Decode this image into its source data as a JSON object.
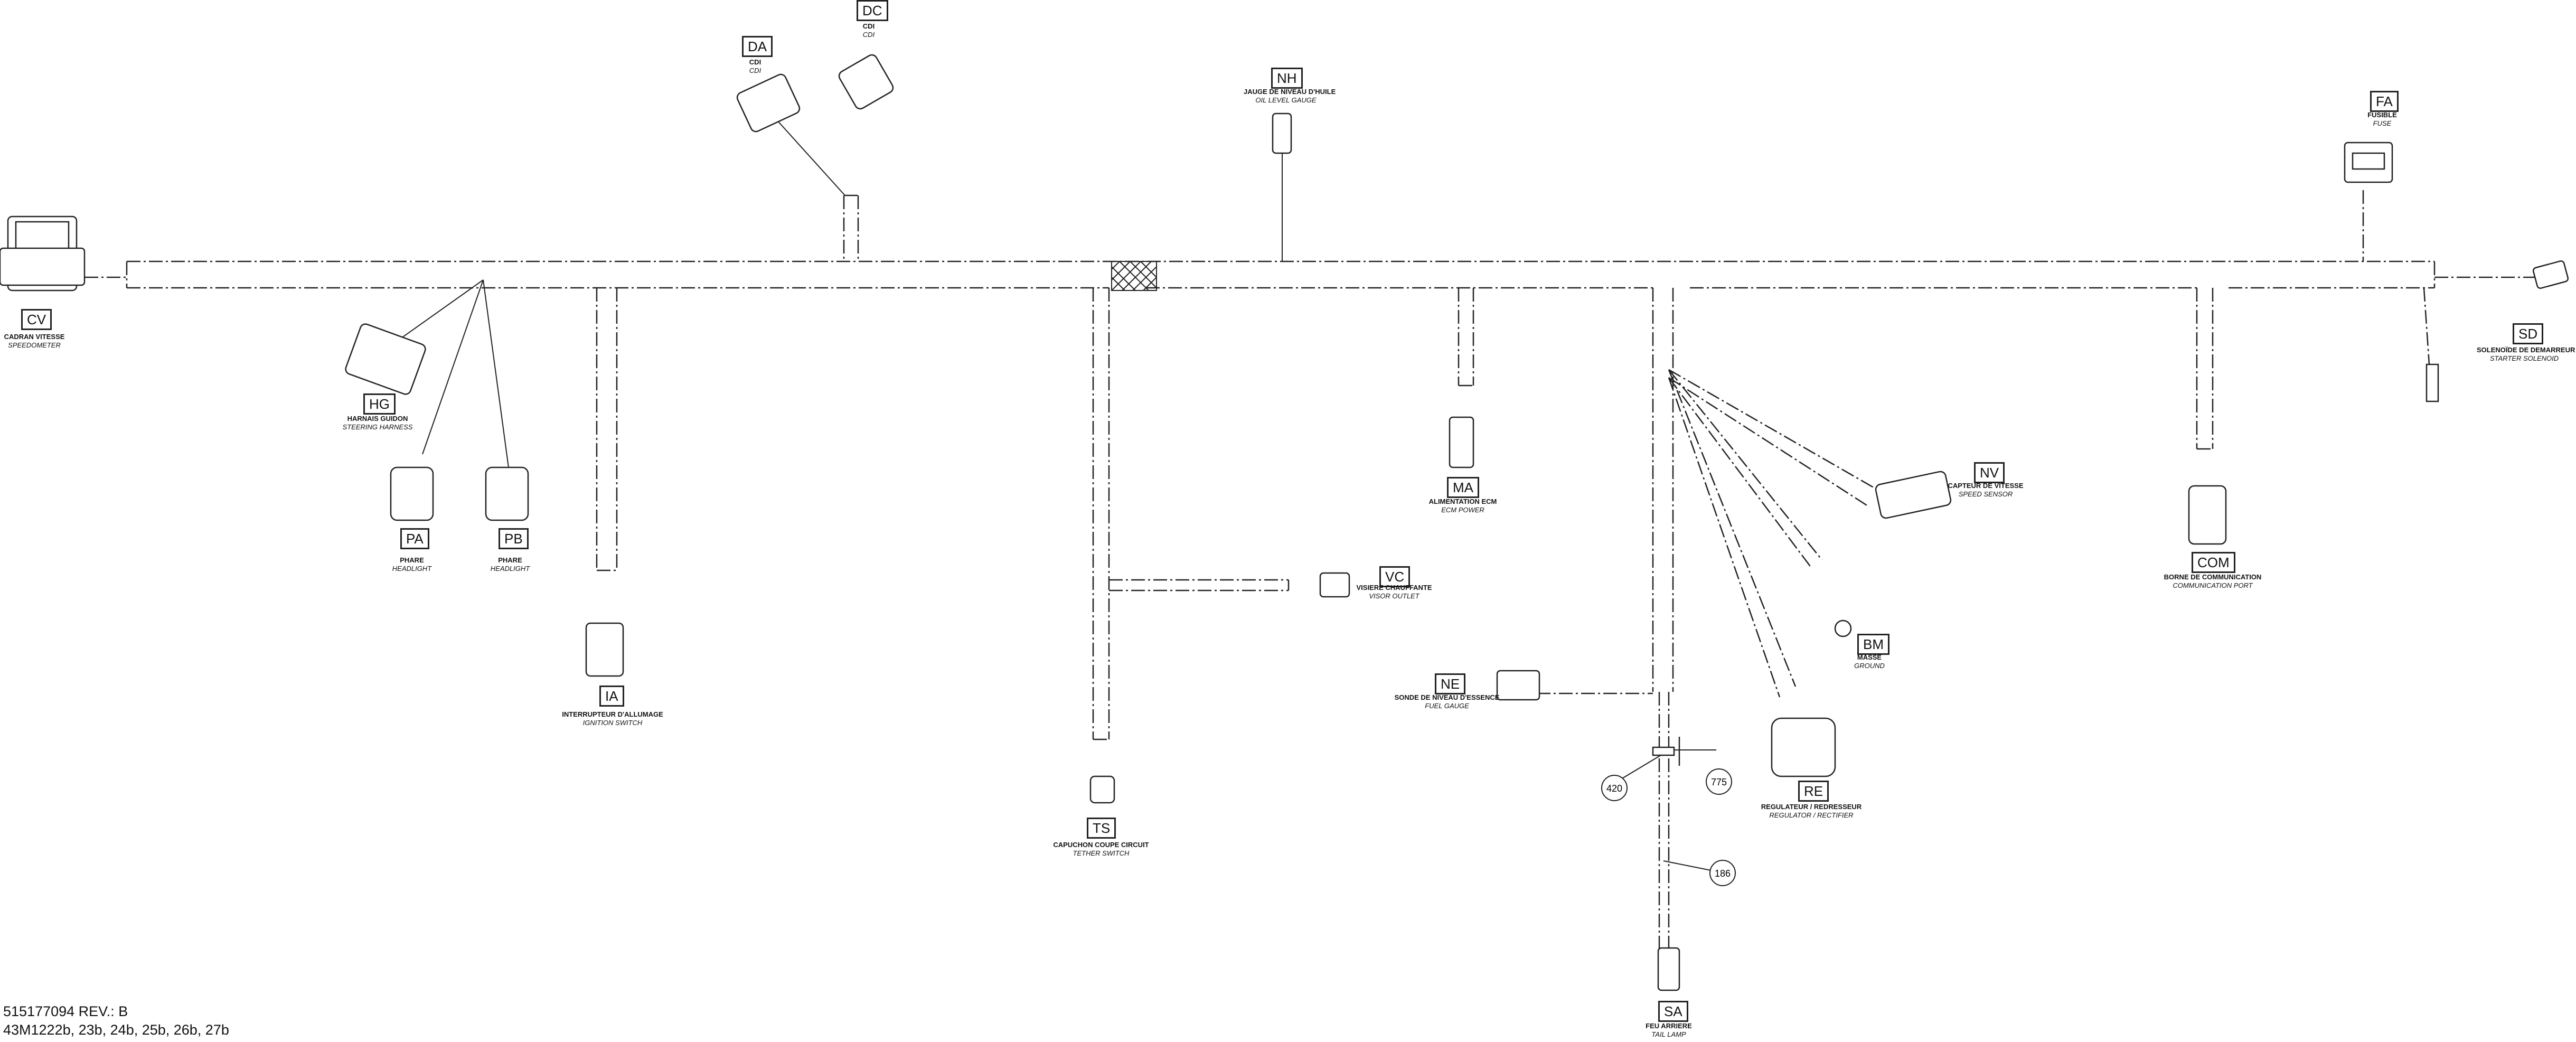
{
  "connectors": {
    "cv": {
      "code": "CV",
      "fr": "CADRAN VITESSE",
      "en": "SPEEDOMETER"
    },
    "da": {
      "code": "DA",
      "fr": "CDI",
      "en": "CDI"
    },
    "dc": {
      "code": "DC",
      "fr": "CDI",
      "en": "CDI"
    },
    "nh": {
      "code": "NH",
      "fr": "JAUGE DE NIVEAU D'HUILE",
      "en": "OIL LEVEL GAUGE"
    },
    "fa": {
      "code": "FA",
      "fr": "FUSIBLE",
      "en": "FUSE"
    },
    "sd": {
      "code": "SD",
      "fr": "SOLENOÏDE DE DEMARREUR",
      "en": "STARTER SOLENOID"
    },
    "hg": {
      "code": "HG",
      "fr": "HARNAIS GUIDON",
      "en": "STEERING HARNESS"
    },
    "pa": {
      "code": "PA",
      "fr": "PHARE",
      "en": "HEADLIGHT"
    },
    "pb": {
      "code": "PB",
      "fr": "PHARE",
      "en": "HEADLIGHT"
    },
    "ia": {
      "code": "IA",
      "fr": "INTERRUPTEUR D'ALLUMAGE",
      "en": "IGNITION SWITCH"
    },
    "ma": {
      "code": "MA",
      "fr": "ALIMENTATION ECM",
      "en": "ECM POWER"
    },
    "vc": {
      "code": "VC",
      "fr": "VISIERE CHAUFFANTE",
      "en": "VISOR OUTLET"
    },
    "nv": {
      "code": "NV",
      "fr": "CAPTEUR DE VITESSE",
      "en": "SPEED SENSOR"
    },
    "com": {
      "code": "COM",
      "fr": "BORNE DE COMMUNICATION",
      "en": "COMMUNICATION PORT"
    },
    "bm": {
      "code": "BM",
      "fr": "MASSE",
      "en": "GROUND"
    },
    "ne": {
      "code": "NE",
      "fr": "SONDE DE NIVEAU D'ESSENCE",
      "en": "FUEL GAUGE"
    },
    "re": {
      "code": "RE",
      "fr": "REGULATEUR / REDRESSEUR",
      "en": "REGULATOR / RECTIFIER"
    },
    "ts": {
      "code": "TS",
      "fr": "CAPUCHON COUPE CIRCUIT",
      "en": "TETHER SWITCH"
    },
    "sa": {
      "code": "SA",
      "fr": "FEU ARRIERE",
      "en": "TAIL LAMP"
    }
  },
  "callouts": [
    "420",
    "775",
    "186"
  ],
  "footer": {
    "part_number": "515177094 REV.: B",
    "models": "43M1222b, 23b, 24b, 25b, 26b, 27b"
  },
  "colors": {
    "line": "#222222",
    "background": "#ffffff"
  }
}
